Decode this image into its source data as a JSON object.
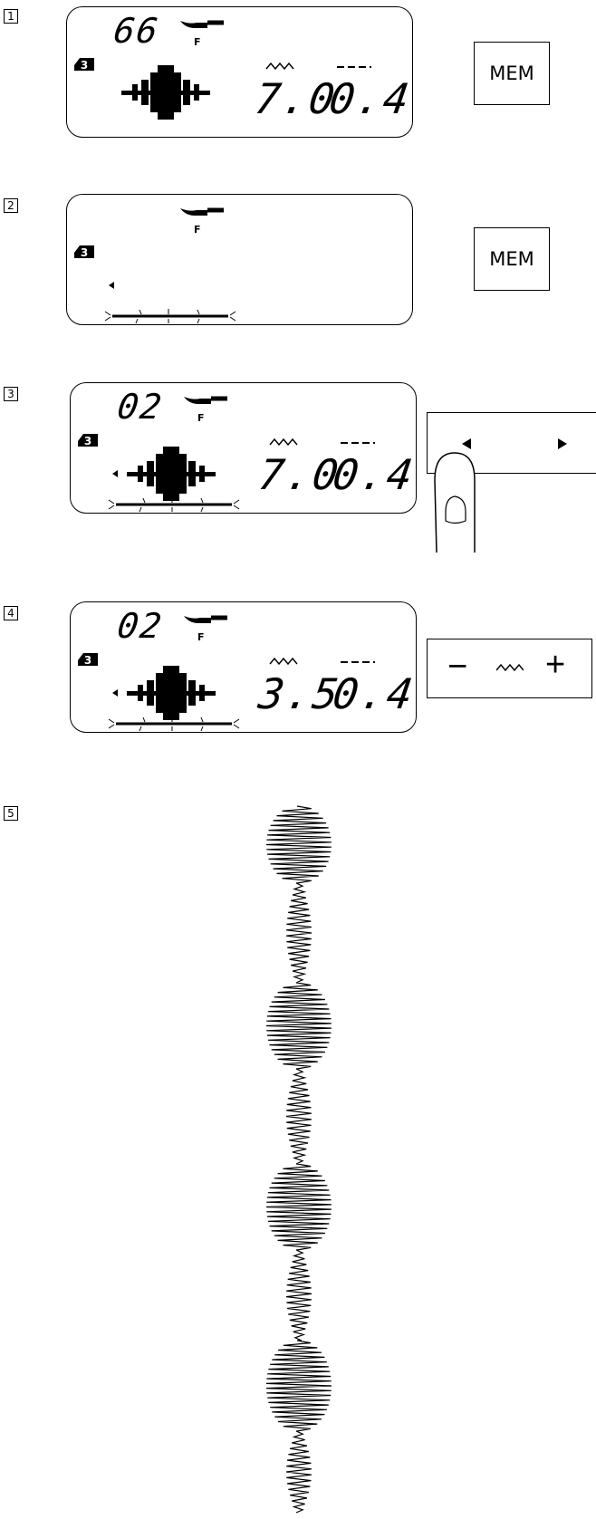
{
  "steps": [
    {
      "number": "1",
      "lcd": {
        "pattern_no": "66",
        "foot": "F",
        "width": "7.0",
        "length": "0.4"
      },
      "button": "MEM"
    },
    {
      "number": "2",
      "lcd": {
        "foot": "F"
      },
      "button": "MEM"
    },
    {
      "number": "3",
      "lcd": {
        "pattern_no": "02",
        "foot": "F",
        "width": "7.0",
        "length": "0.4"
      }
    },
    {
      "number": "4",
      "lcd": {
        "pattern_no": "02",
        "foot": "F",
        "width": "3.5",
        "length": "0.4"
      },
      "panel": {
        "minus": "−",
        "plus": "+"
      }
    },
    {
      "number": "5"
    }
  ],
  "memory_indicator": "3",
  "icons": {
    "foot": "presser-foot-icon",
    "memory": "memory-3-icon",
    "width": "stitch-width-icon",
    "length": "stitch-length-icon",
    "pattern": "satin-stitch-pattern-icon"
  }
}
